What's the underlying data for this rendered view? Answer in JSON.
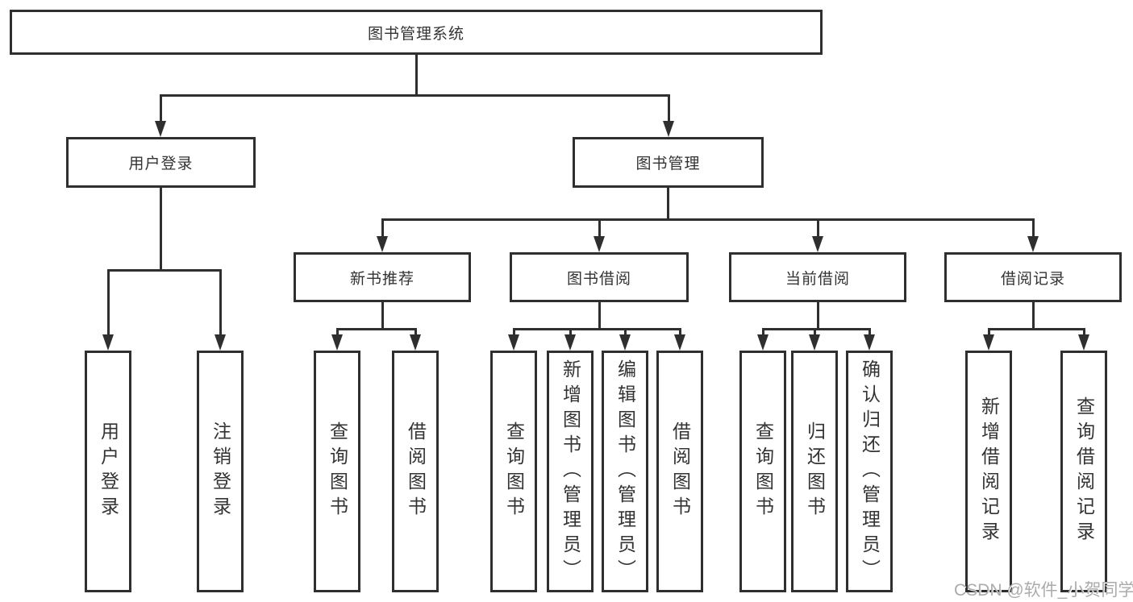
{
  "diagram": {
    "title": "图书管理系统",
    "nodes": {
      "root": "图书管理系统",
      "level2": [
        "用户登录",
        "图书管理"
      ],
      "level3": [
        "新书推荐",
        "图书借阅",
        "当前借阅",
        "借阅记录"
      ],
      "leaves": [
        "用户登录",
        "注销登录",
        "查询图书",
        "借阅图书",
        "查询图书",
        "新增图书（管理员）",
        "编辑图书（管理员）",
        "借阅图书",
        "查询图书",
        "归还图书",
        "确认归还（管理员）",
        "新增借阅记录",
        "查询借阅记录"
      ]
    },
    "watermark": "CSDN @软件_小贺同学",
    "colors": {
      "line": "#2f2f2f",
      "text": "#333333",
      "background": "#ffffff",
      "watermark": "#ababab"
    }
  }
}
